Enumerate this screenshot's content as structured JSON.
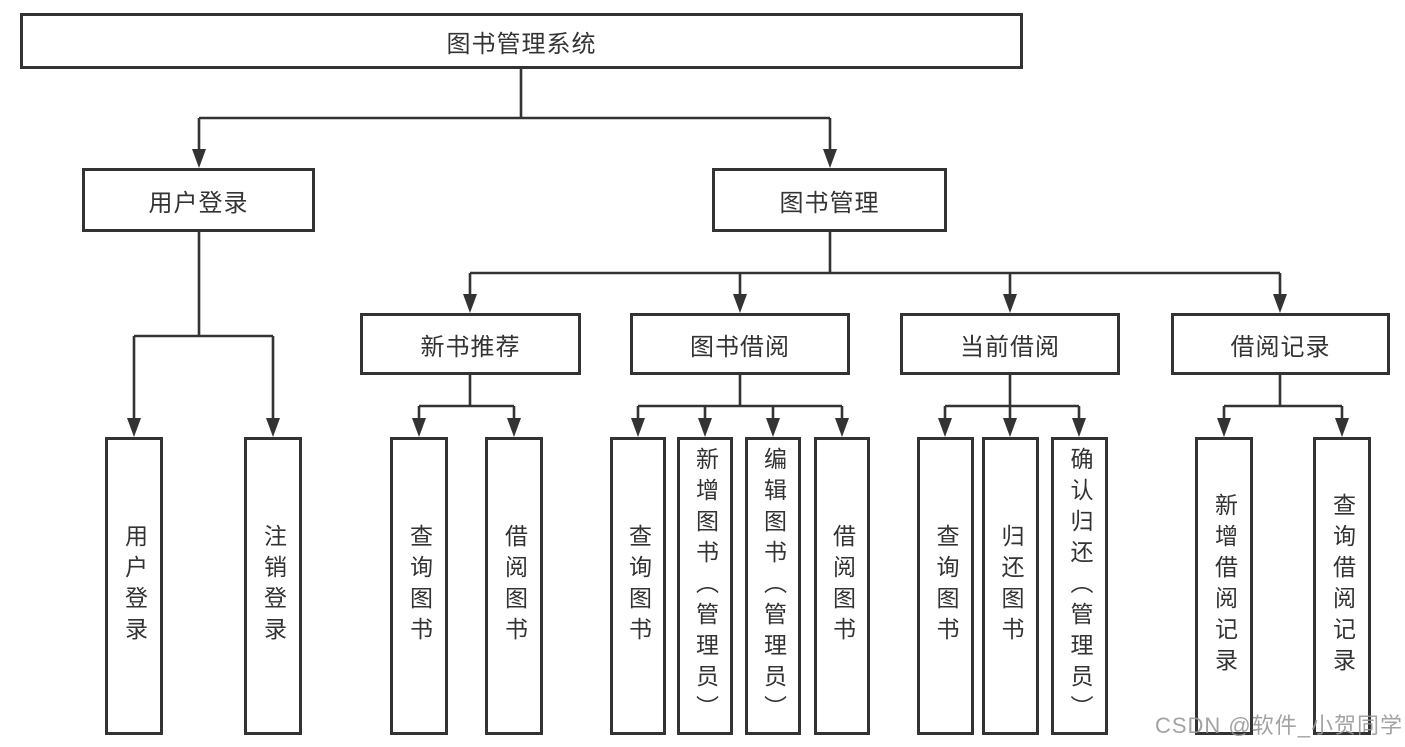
{
  "diagram": {
    "type": "tree",
    "root": {
      "label": "图书管理系统"
    },
    "level2": [
      {
        "id": "user-login",
        "label": "用户登录",
        "parent": "图书管理系统"
      },
      {
        "id": "book-management",
        "label": "图书管理",
        "parent": "图书管理系统"
      }
    ],
    "level3": [
      {
        "id": "new-book-recommend",
        "label": "新书推荐",
        "parent": "图书管理"
      },
      {
        "id": "book-borrowing",
        "label": "图书借阅",
        "parent": "图书管理"
      },
      {
        "id": "current-borrowing",
        "label": "当前借阅",
        "parent": "图书管理"
      },
      {
        "id": "borrow-records",
        "label": "借阅记录",
        "parent": "图书管理"
      }
    ],
    "leaves": [
      {
        "label": "用户登录",
        "parent": "用户登录"
      },
      {
        "label": "注销登录",
        "parent": "用户登录"
      },
      {
        "label": "查询图书",
        "parent": "新书推荐"
      },
      {
        "label": "借阅图书",
        "parent": "新书推荐"
      },
      {
        "label": "查询图书",
        "parent": "图书借阅"
      },
      {
        "label": "新增图书（管理员）",
        "parent": "图书借阅"
      },
      {
        "label": "编辑图书（管理员）",
        "parent": "图书借阅"
      },
      {
        "label": "借阅图书",
        "parent": "图书借阅"
      },
      {
        "label": "查询图书",
        "parent": "当前借阅"
      },
      {
        "label": "归还图书",
        "parent": "当前借阅"
      },
      {
        "label": "确认归还（管理员）",
        "parent": "当前借阅"
      },
      {
        "label": "新增借阅记录",
        "parent": "借阅记录"
      },
      {
        "label": "查询借阅记录",
        "parent": "借阅记录"
      }
    ]
  },
  "watermark": {
    "text": "CSDN @软件_小贺同学"
  },
  "colors": {
    "line": "#333333",
    "box_border": "#333333",
    "text": "#333333",
    "background": "#ffffff",
    "watermark": "#969696"
  }
}
